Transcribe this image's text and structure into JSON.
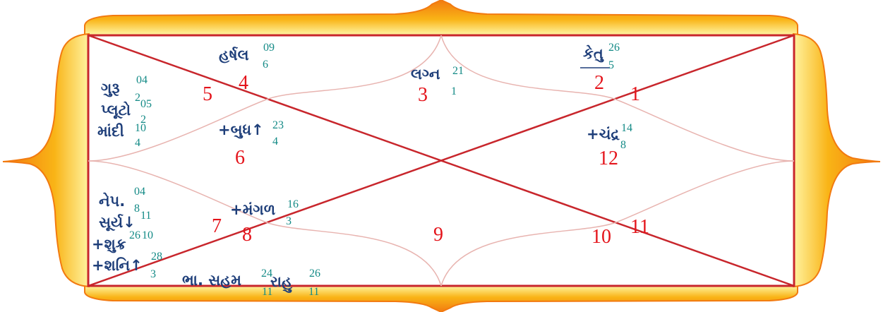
{
  "colors": {
    "frame_outer": "#f27a10",
    "frame_mid": "#f9b416",
    "frame_inner": "#fff8b0",
    "lines": "#c8262c",
    "house_numbers": "#e4141b",
    "planet_names": "#1f3f7a",
    "degrees": "#138a86"
  },
  "house_numbers": [
    {
      "label": "1"
    },
    {
      "label": "2"
    },
    {
      "label": "3"
    },
    {
      "label": "4"
    },
    {
      "label": "5"
    },
    {
      "label": "6"
    },
    {
      "label": "7"
    },
    {
      "label": "8"
    },
    {
      "label": "9"
    },
    {
      "label": "10"
    },
    {
      "label": "11"
    },
    {
      "label": "12"
    }
  ],
  "planets": [
    {
      "name": "હર્ષલ",
      "degree": "09",
      "nakshatra": "6"
    },
    {
      "name": "કેતુ",
      "degree": "26",
      "nakshatra": "5"
    },
    {
      "name": "લગ્ન",
      "degree": "21",
      "nakshatra": "1"
    },
    {
      "name": "ગુરૂ",
      "degree": "04",
      "nakshatra": "2"
    },
    {
      "name": "પ્લૂટો",
      "degree": "05",
      "nakshatra": "2"
    },
    {
      "name": "માંદી",
      "degree": "10",
      "nakshatra": "4"
    },
    {
      "name": "+બુધ↑",
      "degree": "23",
      "nakshatra": "4"
    },
    {
      "name": "+ચંદ્ર",
      "degree": "14",
      "nakshatra": "8"
    },
    {
      "name": "નેપ.",
      "degree": "04",
      "nakshatra": "8"
    },
    {
      "name": "સૂર્ય↓",
      "degree": "11",
      "nakshatra": ""
    },
    {
      "name": "+મંગળ",
      "degree": "16",
      "nakshatra": "3"
    },
    {
      "name": "+શુક્ર",
      "degree": "26",
      "nakshatra": "10"
    },
    {
      "name": "+શનિ↑",
      "degree": "28",
      "nakshatra": "3"
    },
    {
      "name": "ભા. સહમ",
      "degree": "24",
      "nakshatra": "11"
    },
    {
      "name": "રાહુ",
      "degree": "26",
      "nakshatra": "11"
    }
  ]
}
